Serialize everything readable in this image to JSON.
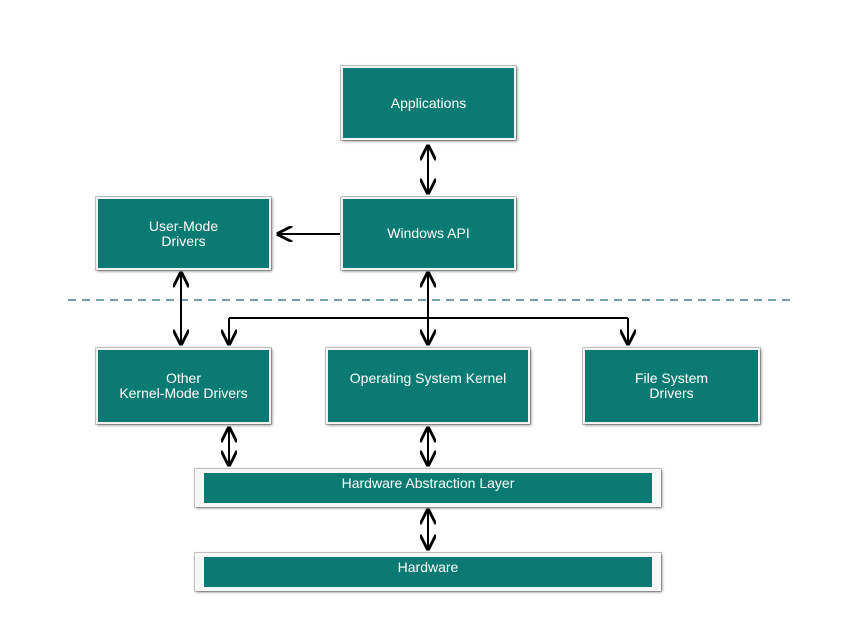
{
  "diagram": {
    "nodes": {
      "applications": "Applications",
      "windows_api": "Windows API",
      "user_mode_drivers": "User-Mode\nDrivers",
      "other_kernel_mode_drivers": "Other\nKernel-Mode Drivers",
      "os_kernel": "Operating System Kernel",
      "file_system_drivers": "File System\nDrivers",
      "hal": "Hardware Abstraction Layer",
      "hardware": "Hardware"
    },
    "edges": [
      {
        "from": "applications",
        "to": "windows_api",
        "direction": "both"
      },
      {
        "from": "windows_api",
        "to": "user_mode_drivers",
        "direction": "forward"
      },
      {
        "from": "user_mode_drivers",
        "to": "other_kernel_mode_drivers",
        "direction": "both"
      },
      {
        "from": "windows_api",
        "to": "os_kernel",
        "direction": "both"
      },
      {
        "from": "windows_api",
        "to": "other_kernel_mode_drivers",
        "direction": "forward"
      },
      {
        "from": "windows_api",
        "to": "file_system_drivers",
        "direction": "forward"
      },
      {
        "from": "other_kernel_mode_drivers",
        "to": "hal",
        "direction": "both"
      },
      {
        "from": "os_kernel",
        "to": "hal",
        "direction": "both"
      },
      {
        "from": "hal",
        "to": "hardware",
        "direction": "both"
      }
    ],
    "colors": {
      "box_fill": "#0b7a72",
      "text": "#ffffff",
      "arrows": "#000000",
      "separator": "#4a7f99"
    }
  }
}
